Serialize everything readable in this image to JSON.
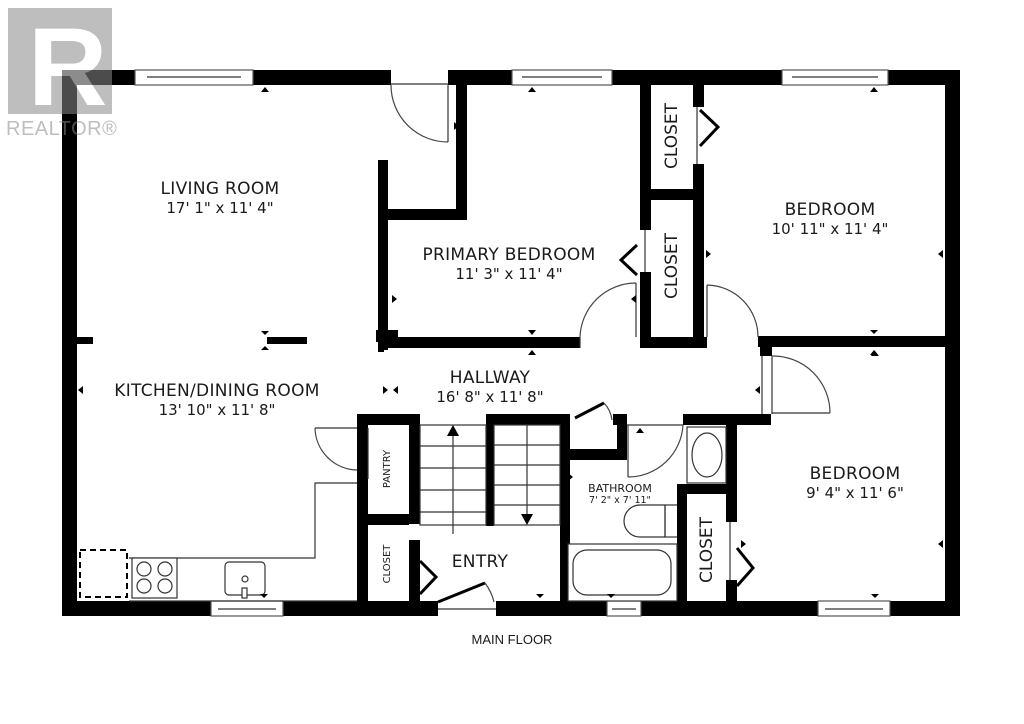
{
  "watermark": {
    "logo_letter": "R",
    "text": "REALTOR®"
  },
  "floor": {
    "label": "MAIN FLOOR"
  },
  "rooms": {
    "living_room": {
      "name": "LIVING ROOM",
      "dimensions": "17' 1\" x 11' 4\""
    },
    "primary_bedroom": {
      "name": "PRIMARY BEDROOM",
      "dimensions": "11' 3\" x 11' 4\""
    },
    "bedroom_1": {
      "name": "BEDROOM",
      "dimensions": "10' 11\" x 11' 4\""
    },
    "kitchen_dining": {
      "name": "KITCHEN/DINING ROOM",
      "dimensions": "13' 10\" x 11' 8\""
    },
    "hallway": {
      "name": "HALLWAY",
      "dimensions": "16' 8\" x 11' 8\""
    },
    "bathroom": {
      "name": "BATHROOM",
      "dimensions": "7' 2\" x 7' 11\""
    },
    "bedroom_2": {
      "name": "BEDROOM",
      "dimensions": "9' 4\" x 11' 6\""
    },
    "entry": {
      "name": "ENTRY"
    }
  },
  "closets": {
    "closet_top": "CLOSET",
    "closet_primary": "CLOSET",
    "closet_bedroom2": "CLOSET",
    "closet_entry": "CLOSET",
    "pantry": "PANTRY"
  },
  "colors": {
    "wall": "#000000",
    "background": "#ffffff",
    "watermark": "#8a8a8a"
  }
}
